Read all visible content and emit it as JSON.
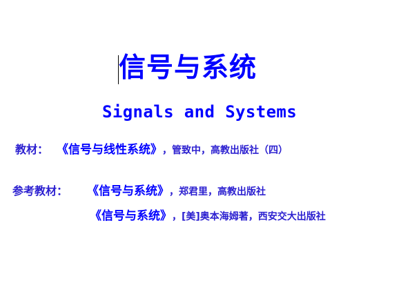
{
  "slide": {
    "title": "信号与系统",
    "subtitle": "Signals and Systems",
    "textbook": {
      "label": "教材：",
      "book": "《信号与线性系统》",
      "info": "，管致中，高教出版社（四）"
    },
    "references": {
      "label": "参考教材：",
      "items": [
        {
          "book": "《信号与系统》",
          "info": "，郑君里，高教出版社"
        },
        {
          "book": "《信号与系统》",
          "info": "，[美]奥本海姆著，西安交大出版社"
        }
      ]
    },
    "colors": {
      "title": "#0000ff",
      "book": "#0000ff",
      "info": "#2b1fd0",
      "background": "#ffffff"
    }
  }
}
